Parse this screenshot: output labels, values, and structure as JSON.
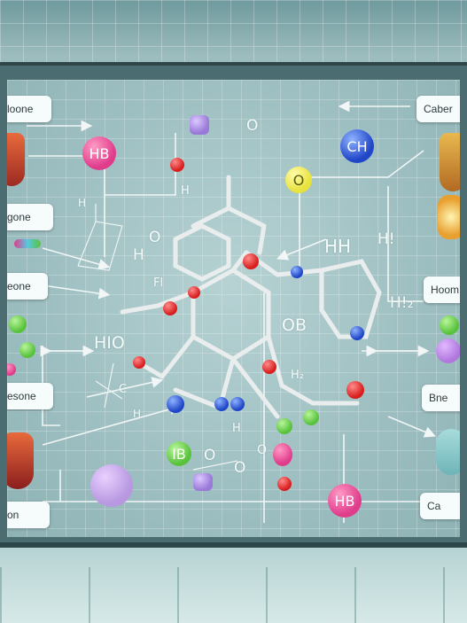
{
  "labels": {
    "left": [
      "loone",
      "gone",
      "eone",
      "esone",
      "on"
    ],
    "right": [
      "Caber",
      "Hoom",
      "Bne",
      "Ca"
    ]
  },
  "atom_text": {
    "hb_top": "HB",
    "ch": "CH",
    "o_yellow": "O",
    "ib": "IB",
    "o_green_tail": "O",
    "hb_bottom": "HB"
  },
  "molecule_text": {
    "o_top": "O",
    "h_bond": "H",
    "o_ring": "O",
    "h_left": "H",
    "h_arm": "H",
    "fl": "Fl",
    "hh": "HH",
    "h_upper": "H!",
    "h_right": "H!₂",
    "hio": "HIO",
    "c_left": "C",
    "h_small": "H",
    "ob": "OB",
    "h2_mid": "H₂",
    "h_center": "H",
    "o_bottom": "O",
    "o_bottom2": "O"
  },
  "colors": {
    "red": "#d81e1e",
    "blue": "#2046c8",
    "green": "#58c23c",
    "pink": "#e03c8c",
    "yellow": "#e8e23c",
    "lavender": "#b078dc",
    "bond": "#f2f6f6"
  }
}
